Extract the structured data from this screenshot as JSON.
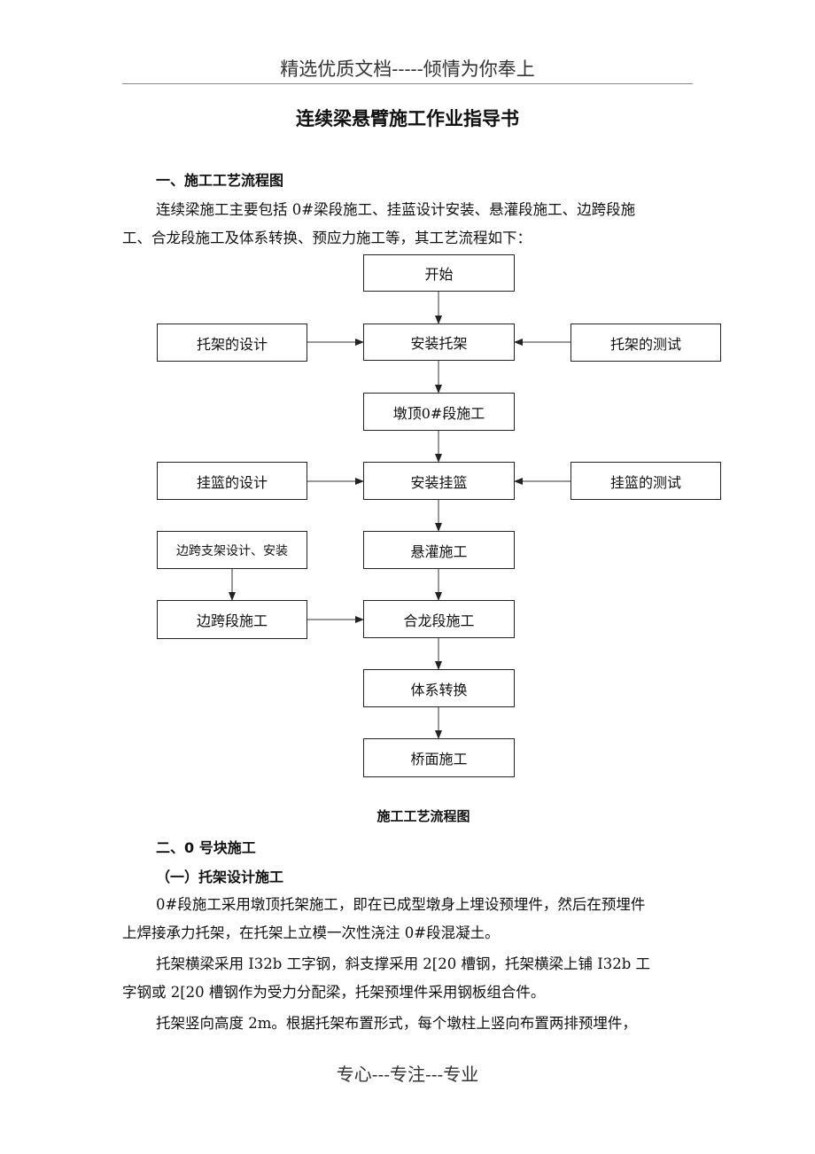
{
  "header": {
    "text": "精选优质文档-----倾情为你奉上"
  },
  "title": "连续梁悬臂施工作业指导书",
  "section1": {
    "heading": "一、施工工艺流程图",
    "intro_line1": "连续梁施工主要包括 0#梁段施工、挂蓝设计安装、悬灌段施工、边跨段施",
    "intro_line2": "工、合龙段施工及体系转换、预应力施工等，其工艺流程如下："
  },
  "flowchart": {
    "start": "开始",
    "install_bracket": "安装托架",
    "bracket_design": "托架的设计",
    "bracket_test": "托架的测试",
    "pier_top": "墩顶0#段施工",
    "install_basket": "安装挂篮",
    "basket_design": "挂篮的设计",
    "basket_test": "挂篮的测试",
    "side_support": "边跨支架设计、安装",
    "cantilever_casting": "悬灌施工",
    "side_span": "边跨段施工",
    "closure": "合龙段施工",
    "system_conversion": "体系转换",
    "deck": "桥面施工",
    "caption": "施工工艺流程图"
  },
  "section2": {
    "heading": "二、0 号块施工",
    "sub_heading": "（一）托架设计施工",
    "p1_line1": "0#段施工采用墩顶托架施工，即在已成型墩身上埋设预埋件，然后在预埋件",
    "p1_line2": "上焊接承力托架，在托架上立模一次性浇注 0#段混凝土。",
    "p2_line1": "托架横梁采用 I32b 工字钢，斜支撑采用 2[20 槽钢，托架横梁上铺 I32b 工",
    "p2_line2": "字钢或 2[20 槽钢作为受力分配梁，托架预埋件采用钢板组合件。",
    "p3_line1": "托架竖向高度 2m。根据托架布置形式，每个墩柱上竖向布置两排预埋件，"
  },
  "footer": {
    "text": "专心---专注---专业"
  }
}
